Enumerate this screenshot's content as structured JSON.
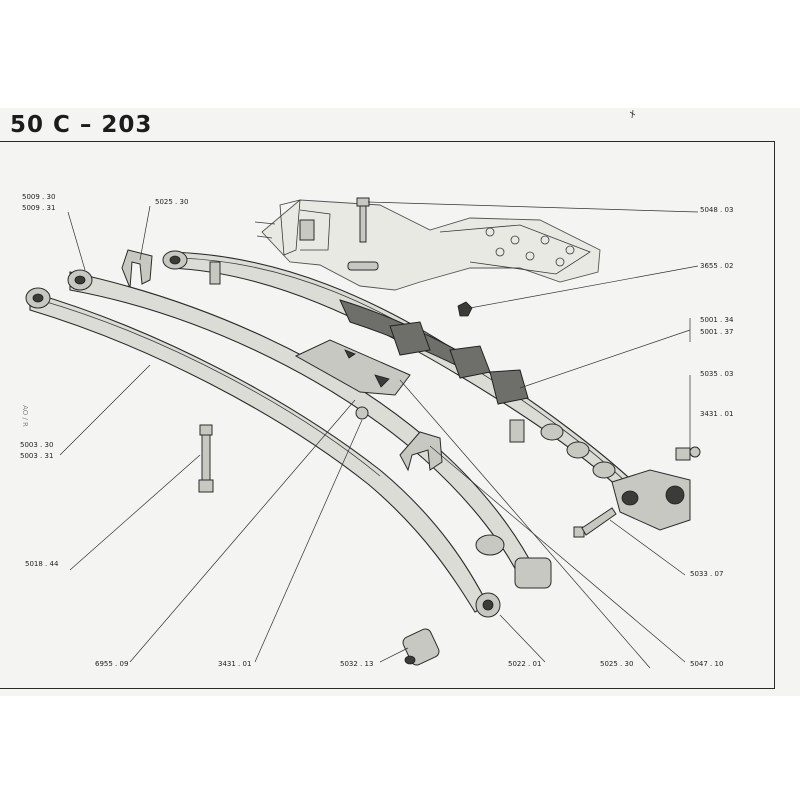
{
  "title": "50 C – 203",
  "margin_note": "AO / R",
  "labels": {
    "l5009_30": "5009 . 30",
    "l5009_31": "5009 . 31",
    "l5025_30_top": "5025 . 30",
    "l5048_03": "5048 . 03",
    "l3655_02": "3655 . 02",
    "l5001_34": "5001 . 34",
    "l5001_37": "5001 . 37",
    "l5035_03": "5035 . 03",
    "l3431_01_right": "3431 . 01",
    "l5003_30": "5003 . 30",
    "l5003_31": "5003 . 31",
    "l5018_44": "5018 . 44",
    "l5033_07": "5033 . 07",
    "l6955_09": "6955 . 09",
    "l3431_01_bottom": "3431 . 01",
    "l5032_13": "5032 . 13",
    "l5022_01": "5022 . 01",
    "l5025_30_bottom": "5025 . 30",
    "l5047_10": "5047 . 10"
  }
}
